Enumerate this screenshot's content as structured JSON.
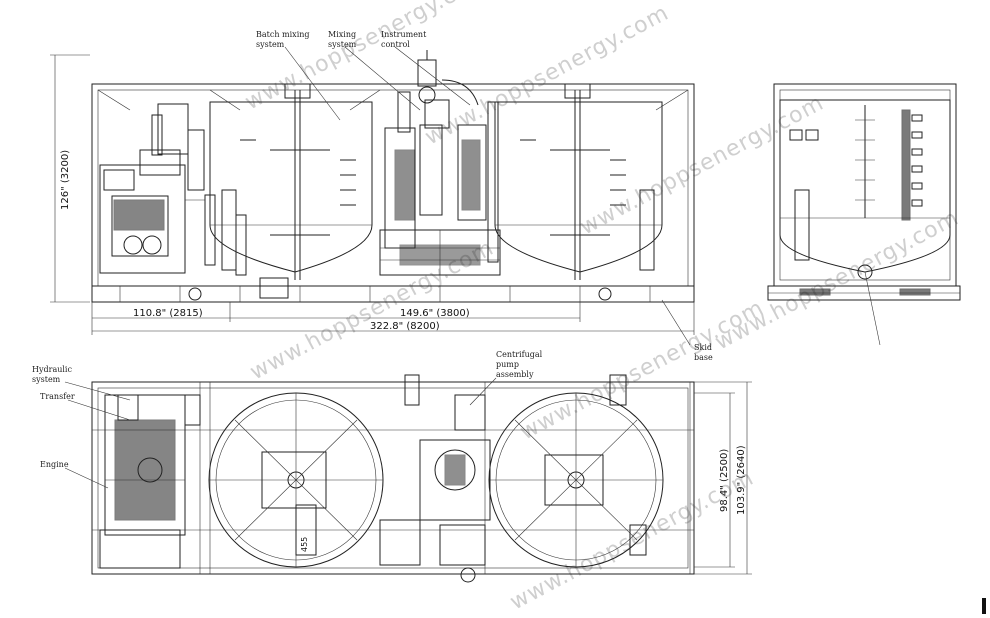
{
  "labels": {
    "batch_mixing": [
      "Batch mixing",
      "system"
    ],
    "mixing": [
      "Mixing",
      "system"
    ],
    "instrument": [
      "Instrument",
      "control"
    ],
    "skid": [
      "Skid",
      "base"
    ],
    "hydraulic": [
      "Hydraulic",
      "system"
    ],
    "transfer": [
      "Transfer"
    ],
    "engine": [
      "Engine"
    ],
    "centrifugal": [
      "Centrifugal",
      "pump",
      "assembly"
    ]
  },
  "dimensions": {
    "height_front": "126\" (3200)",
    "left_section": "110.8\" (2815)",
    "right_section": "149.6\" (3800)",
    "total_length": "322.8\" (8200)",
    "inner_width": "98.4\" (2500)",
    "outer_width": "103.9\" (2640)"
  },
  "watermark": "www.hoppsenergy.com"
}
